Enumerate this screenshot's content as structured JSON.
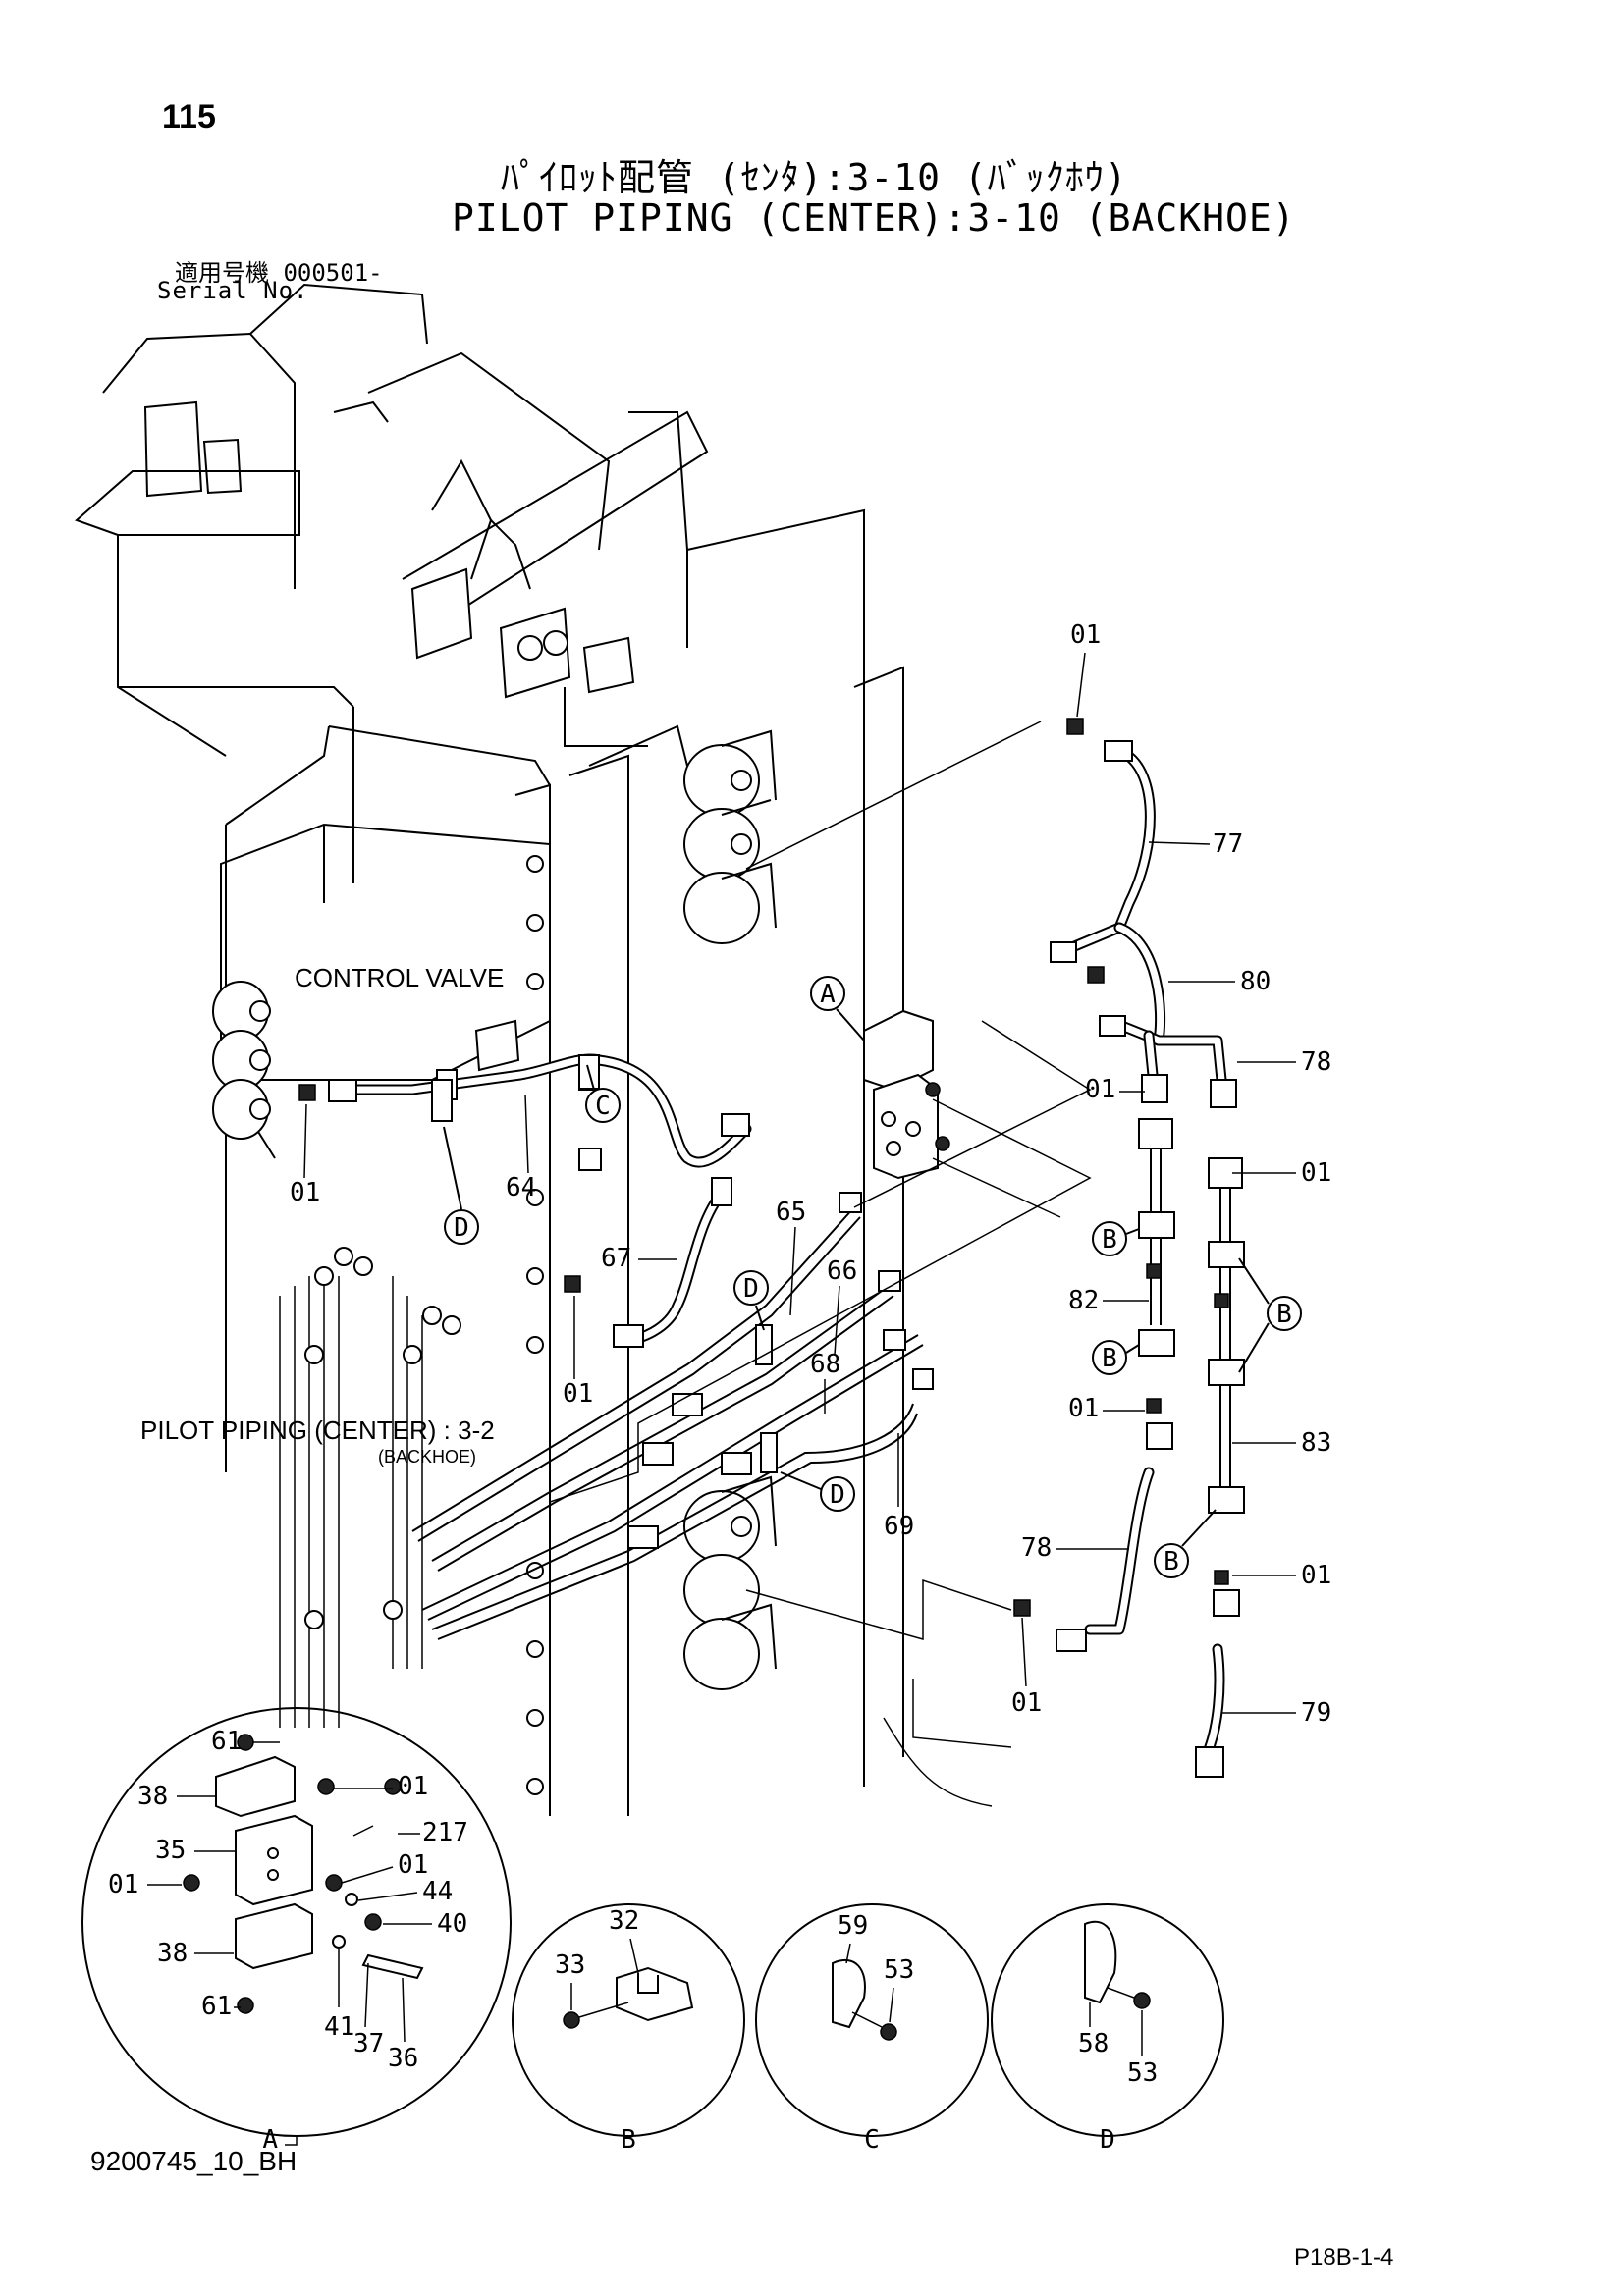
{
  "header": {
    "page_number": "115",
    "title_jp": "ﾊﾟｲﾛｯﾄ配管 (ｾﾝﾀ):3-10 (ﾊﾞｯｸﾎｳ)",
    "title_en": "PILOT PIPING (CENTER):3-10 (BACKHOE)",
    "serial_jp": "適用号機  000501-",
    "serial_en": "Serial No."
  },
  "labels": {
    "control_valve": "CONTROL VALVE",
    "ref_piping": "PILOT PIPING (CENTER) : 3-2",
    "ref_piping_sub": "(BACKHOE)"
  },
  "parts": {
    "p01": "01",
    "p32": "32",
    "p33": "33",
    "p35": "35",
    "p36": "36",
    "p37": "37",
    "p38": "38",
    "p40": "40",
    "p41": "41",
    "p44": "44",
    "p53": "53",
    "p58": "58",
    "p59": "59",
    "p61": "61",
    "p64": "64",
    "p65": "65",
    "p66": "66",
    "p67": "67",
    "p68": "68",
    "p69": "69",
    "p77": "77",
    "p78": "78",
    "p79": "79",
    "p80": "80",
    "p82": "82",
    "p83": "83",
    "p217": "217"
  },
  "callouts": {
    "A": "A",
    "B": "B",
    "C": "C",
    "D": "D"
  },
  "footer": {
    "drawing_id": "9200745_10_BH",
    "sheet_code": "P18B-1-4"
  }
}
